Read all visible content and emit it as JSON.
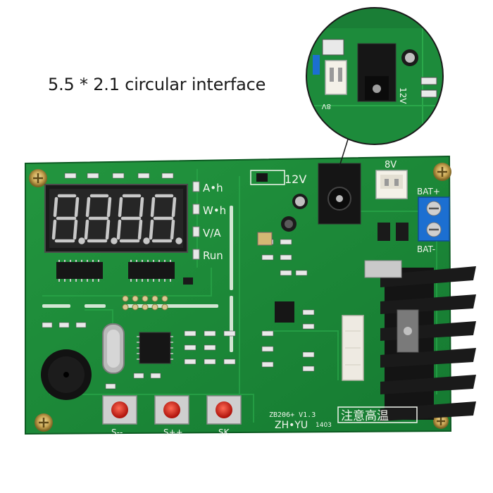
{
  "caption": "5.5 * 2.1 circular interface",
  "board": {
    "indicators": [
      "A•h",
      "W•h",
      "V/A",
      "Run"
    ],
    "power_jack_label": "12V",
    "connector_label": "8V",
    "battery_plus": "BAT+",
    "battery_minus": "BAT-",
    "model": "ZB206+ V1.3",
    "maker": "ZH•YU",
    "code": "1403",
    "warning": "注意高温",
    "buttons": [
      "S--",
      "S++",
      "SK"
    ]
  },
  "zoom_inset": {
    "jack_label": "12V",
    "connector_label": "8V"
  },
  "colors": {
    "pcb": "#1c8a3a",
    "pcb_dark": "#0f6b28",
    "silkscreen": "#f2f6ee",
    "display_segment": "#c8c8c8",
    "button_red": "#e0261b",
    "terminal_blue": "#1c6fd1",
    "heatsink": "#111111"
  }
}
